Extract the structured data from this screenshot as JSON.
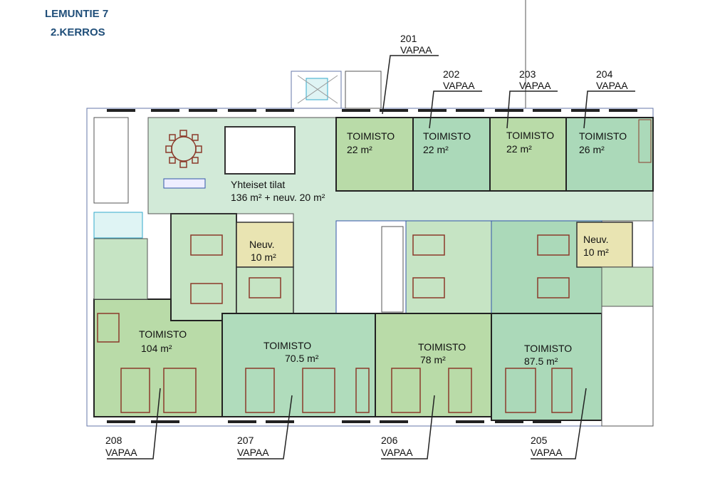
{
  "header": {
    "address": "LEMUNTIE 7",
    "floor": "2.KERROS"
  },
  "common": {
    "name": "Yhteiset tilat",
    "area": "136 m² + neuv. 20 m²"
  },
  "meeting_rooms": [
    {
      "name": "Neuv.",
      "area": "10 m²"
    },
    {
      "name": "Neuv.",
      "area": "10 m²"
    }
  ],
  "units": [
    {
      "number": "201",
      "status": "VAPAA",
      "type": "TOIMISTO",
      "area": "22 m²"
    },
    {
      "number": "202",
      "status": "VAPAA",
      "type": "TOIMISTO",
      "area": "22 m²"
    },
    {
      "number": "203",
      "status": "VAPAA",
      "type": "TOIMISTO",
      "area": "22 m²"
    },
    {
      "number": "204",
      "status": "VAPAA",
      "type": "TOIMISTO",
      "area": "26 m²"
    },
    {
      "number": "205",
      "status": "VAPAA",
      "type": "TOIMISTO",
      "area": "87.5 m²"
    },
    {
      "number": "206",
      "status": "VAPAA",
      "type": "TOIMISTO",
      "area": "78 m²"
    },
    {
      "number": "207",
      "status": "VAPAA",
      "type": "TOIMISTO",
      "area": "70.5 m²"
    },
    {
      "number": "208",
      "status": "VAPAA",
      "type": "TOIMISTO",
      "area": "104 m²"
    }
  ],
  "colors": {
    "title": "#1f4e79",
    "office_a": "#b9dba8",
    "office_b": "#abd9b9",
    "common": "#d2ead8",
    "meeting": "#e9e4b2",
    "furniture": "#8b3a2a"
  }
}
